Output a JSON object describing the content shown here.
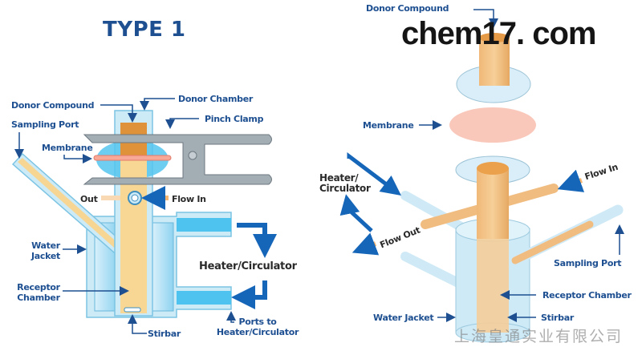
{
  "title": "TYPE 1",
  "watermark": "chem17. com",
  "watermark_company": "上海皇通实业有限公司",
  "colors": {
    "label": "#1d4f91",
    "glass": "#bfe3f5",
    "fluid": "#f7c97e",
    "donor": "#e0923a",
    "membrane": "#f5a99a",
    "clamp": "#9aa6ae"
  },
  "left": {
    "labels": {
      "donor_compound": "Donor Compound",
      "donor_chamber": "Donor Chamber",
      "pinch_clamp": "Pinch Clamp",
      "sampling_port": "Sampling Port",
      "membrane": "Membrane",
      "out": "Out",
      "flow_in": "Flow In",
      "water_jacket": "Water Jacket",
      "receptor_chamber": "Receptor Chamber",
      "heater": "Heater/Circulator",
      "stirbar": "Stirbar",
      "ports": "Ports to Heater/Circulator"
    }
  },
  "right": {
    "labels": {
      "donor_compound": "Donor Compound",
      "membrane": "Membrane",
      "heater": "Heater/ Circulator",
      "flow_in": "Flow In",
      "flow_out": "Flow Out",
      "sampling_port": "Sampling Port",
      "receptor_chamber": "Receptor Chamber",
      "water_jacket": "Water Jacket",
      "stirbar": "Stirbar"
    }
  }
}
